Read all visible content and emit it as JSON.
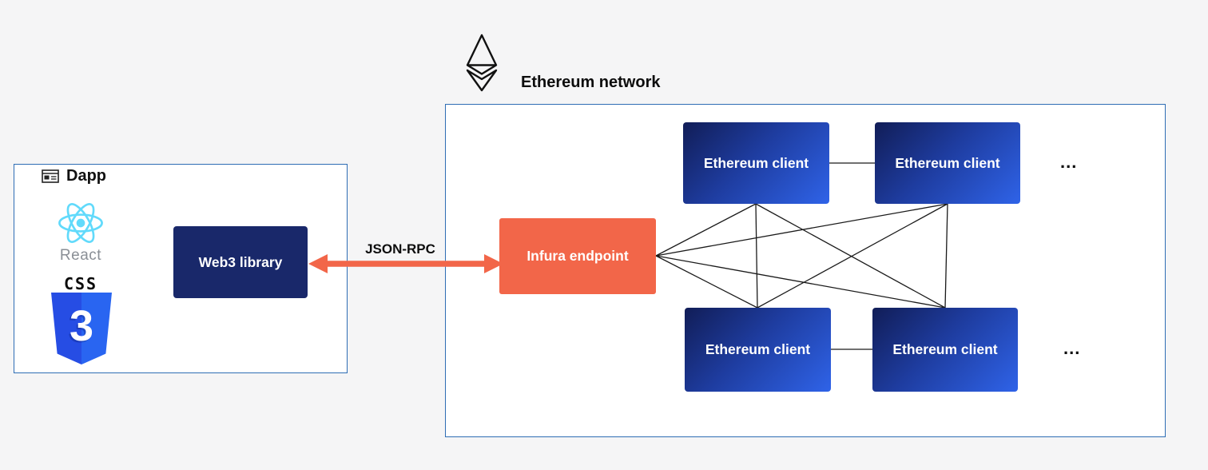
{
  "dapp": {
    "title": "Dapp",
    "react_label": "React",
    "css_word": "CSS",
    "css_number": "3",
    "web3_label": "Web3 library"
  },
  "connection": {
    "label": "JSON-RPC"
  },
  "network": {
    "title": "Ethereum network",
    "infura_label": "Infura endpoint",
    "clients": [
      {
        "label": "Ethereum client"
      },
      {
        "label": "Ethereum client"
      },
      {
        "label": "Ethereum client"
      },
      {
        "label": "Ethereum client"
      }
    ],
    "ellipsis_top": "...",
    "ellipsis_bottom": "..."
  },
  "colors": {
    "accent_orange": "#F26649",
    "navy": "#19286A",
    "client_gradient_start": "#111D57",
    "client_gradient_end": "#2F63E8",
    "box_border_blue": "#2E6DB4",
    "react_cyan": "#61DAFB",
    "css_blue": "#264DE4",
    "background": "#F5F5F6"
  }
}
